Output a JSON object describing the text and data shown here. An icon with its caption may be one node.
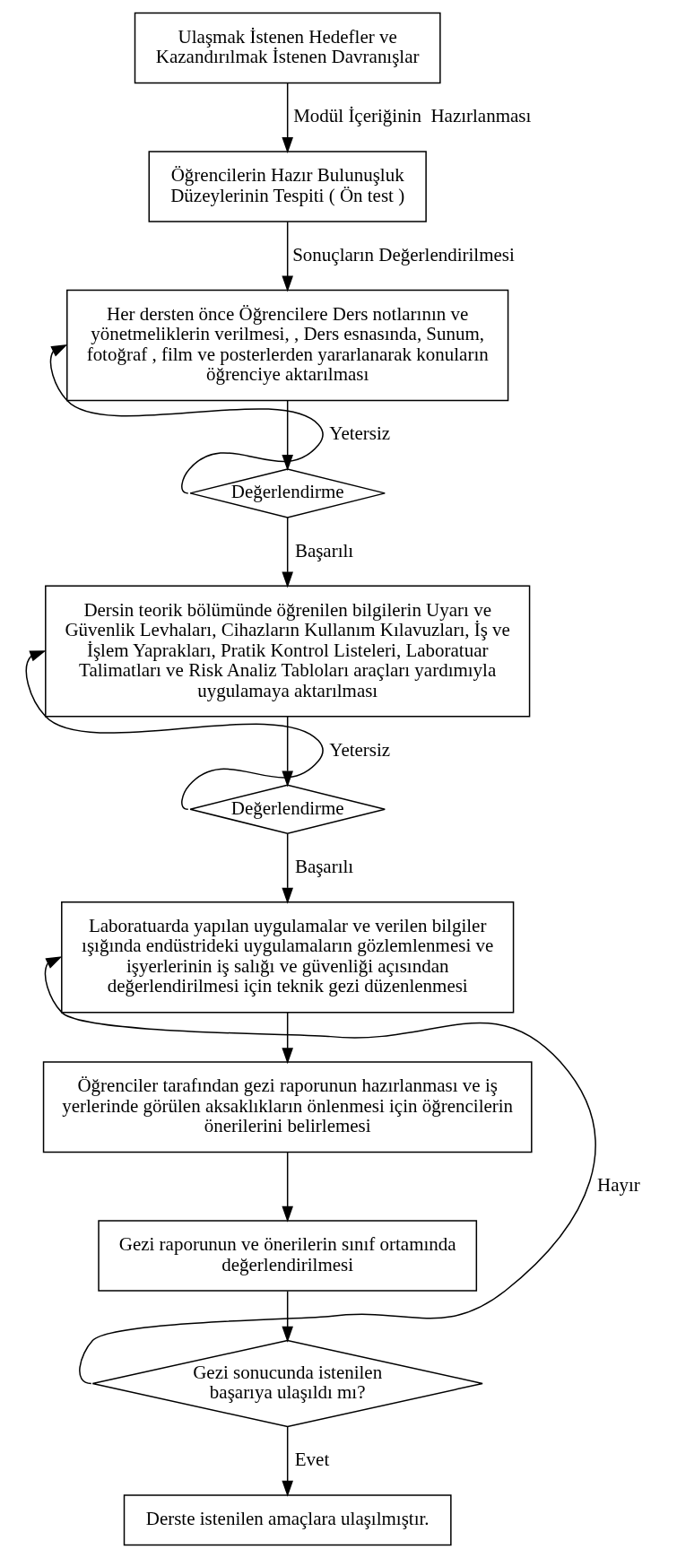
{
  "diagram": {
    "nodes": [
      {
        "text": [
          "Ulaşmak İstenen Hedefler ve Kazandırılmak İstenen Davranışlar"
        ]
      },
      {
        "text": [
          "Öğrencilerin Hazır Bulunuşluk Düzeylerinin Tespiti ( Ön test )"
        ]
      },
      {
        "text": [
          "Her dersten önce Öğrencilere Ders notlarının ve yönetmeliklerin verilmesi, , Ders esnasında, Sunum, fotoğraf , film ve posterlerden yararlanarak konuların öğrenciye aktarılması"
        ]
      },
      {
        "text": [
          "Değerlendirme"
        ]
      },
      {
        "text": [
          "Dersin teorik bölümünde öğrenilen bilgilerin Uyarı ve Güvenlik Levhaları, Cihazların Kullanım Kılavuzları, İş ve İşlem Yaprakları, Pratik Kontrol Listeleri, Laboratuar Talimatları ve Risk Analiz Tabloları araçları yardımıyla uygulamaya aktarılması"
        ]
      },
      {
        "text": [
          "Değerlendirme"
        ]
      },
      {
        "text": [
          "Laboratuarda yapılan uygulamalar ve verilen bilgiler ışığında endüstrideki uygulamaların gözlemlenmesi ve işyerlerinin iş salığı ve güvenliği açısından değerlendirilmesi için teknik gezi düzenlenmesi"
        ]
      },
      {
        "text": [
          "Öğrenciler tarafından gezi raporunun hazırlanması ve iş yerlerinde görülen aksaklıkların önlenmesi için öğrencilerin önerilerini belirlemesi"
        ]
      },
      {
        "text": [
          "Gezi raporunun ve önerilerin sınıf ortamında değerlendirilmesi"
        ]
      },
      {
        "text": [
          "Gezi sonucunda istenilen başarıya ulaşıldı mı?"
        ]
      },
      {
        "text": [
          "Derste istenilen amaçlara ulaşılmıştır."
        ]
      }
    ],
    "edges": [
      {
        "from": 0,
        "to": 1,
        "arrow": "to",
        "label": "Modül İçeriğinin  Hazırlanması"
      },
      {
        "from": 1,
        "to": 2,
        "arrow": "to",
        "label": "Sonuçların Değerlendirilmesi"
      },
      {
        "from": 2,
        "to": 3,
        "arrow": "to"
      },
      {
        "from": 3,
        "to": 2,
        "arrow": "to",
        "label": "Yetersiz"
      },
      {
        "from": 3,
        "to": 4,
        "arrow": "to",
        "label": "Başarılı"
      },
      {
        "from": 4,
        "to": 5,
        "arrow": "to"
      },
      {
        "from": 5,
        "to": 4,
        "arrow": "to",
        "label": "Yetersiz"
      },
      {
        "from": 5,
        "to": 6,
        "arrow": "to",
        "label": "Başarılı"
      },
      {
        "from": 6,
        "to": 7,
        "arrow": "to"
      },
      {
        "from": 7,
        "to": 8,
        "arrow": "to"
      },
      {
        "from": 8,
        "to": 9,
        "arrow": "to"
      },
      {
        "from": 9,
        "to": 6,
        "arrow": "to",
        "label": "Hayır"
      },
      {
        "from": 9,
        "to": 10,
        "arrow": "to",
        "label": "Evet"
      }
    ]
  }
}
